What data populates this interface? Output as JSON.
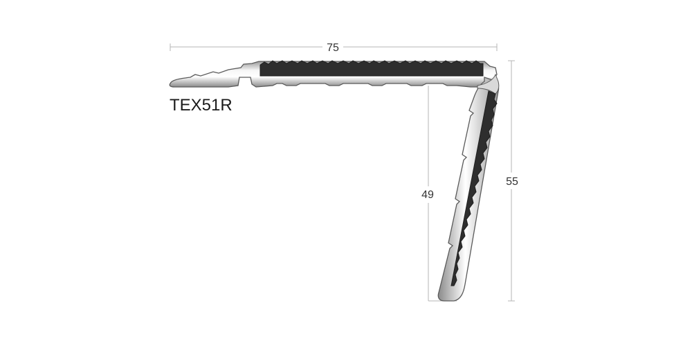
{
  "product": {
    "model": "TEX51R"
  },
  "dimensions": {
    "width": "75",
    "height_inner": "49",
    "height_outer": "55"
  },
  "colors": {
    "background": "#ffffff",
    "dimension_line": "#b5b5b5",
    "profile_outline": "#5a5a5a",
    "insert_fill": "#2e2e2e",
    "metal_light": "#f4f4f4",
    "metal_dark": "#8f8f8f"
  }
}
